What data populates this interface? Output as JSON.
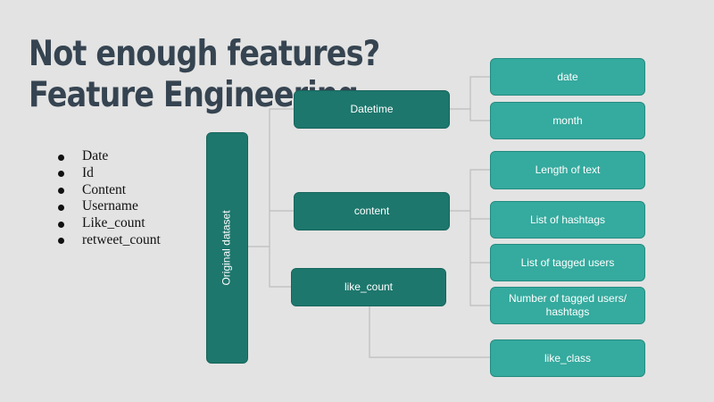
{
  "slide": {
    "title": "Not enough features? Feature Engineering.",
    "bullets": [
      "Date",
      "Id",
      "Content",
      "Username",
      "Like_count",
      "retweet_count"
    ]
  },
  "diagram": {
    "root": "Original dataset",
    "branches": {
      "datetime": "Datetime",
      "content": "content",
      "like_count": "like_count"
    },
    "features": {
      "date": "date",
      "month": "month",
      "length_of_text": "Length of text",
      "list_of_hashtags": "List of hashtags",
      "list_of_tagged_users": "List of tagged users",
      "number_of_tagged_users_hashtags": "Number of tagged users/ hashtags",
      "like_class": "like_class"
    }
  },
  "colors": {
    "background": "#e3e3e3",
    "title": "#364451",
    "dark_node": "#1d776d",
    "light_node": "#35aa9e",
    "connector": "#bdbdbd"
  }
}
